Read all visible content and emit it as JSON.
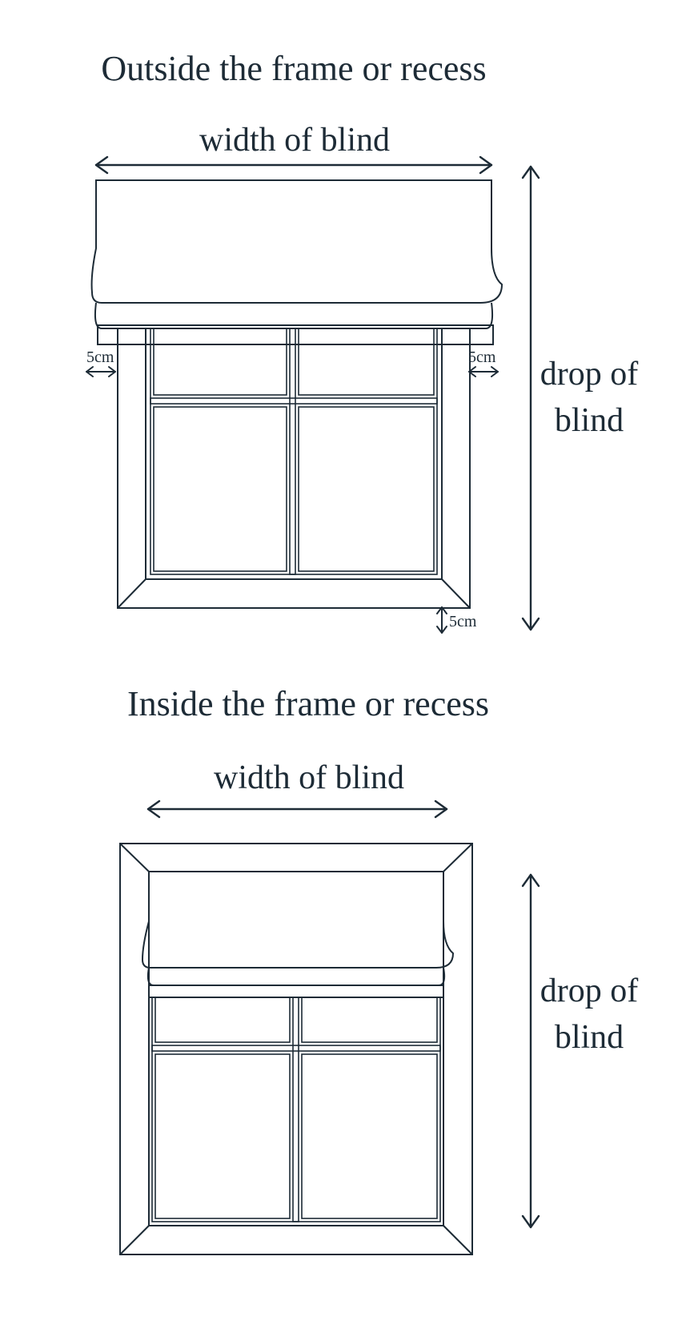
{
  "outside": {
    "heading": "Outside the frame or recess",
    "width_label": "width of blind",
    "drop_label_line1": "drop of",
    "drop_label_line2": "blind",
    "left_gap": "5cm",
    "right_gap": "5cm",
    "bottom_gap": "5cm"
  },
  "inside": {
    "heading": "Inside the frame or recess",
    "width_label": "width of blind",
    "drop_label_line1": "drop of",
    "drop_label_line2": "blind"
  },
  "colors": {
    "line": "#1d2b36",
    "background": "#ffffff"
  }
}
